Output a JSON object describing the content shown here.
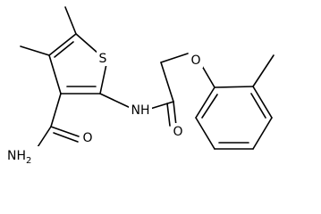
{
  "atoms": {
    "sulfur": "S",
    "amide_nh": "NH",
    "amide_carbonyl_o": "O",
    "ether_o": "O",
    "carboxamide_nh2": "NH",
    "carboxamide_nh2_sub": "2",
    "carboxamide_carbonyl_o": "O"
  },
  "colors": {
    "bond": "#000000",
    "label": "#000000",
    "background": "#ffffff"
  }
}
